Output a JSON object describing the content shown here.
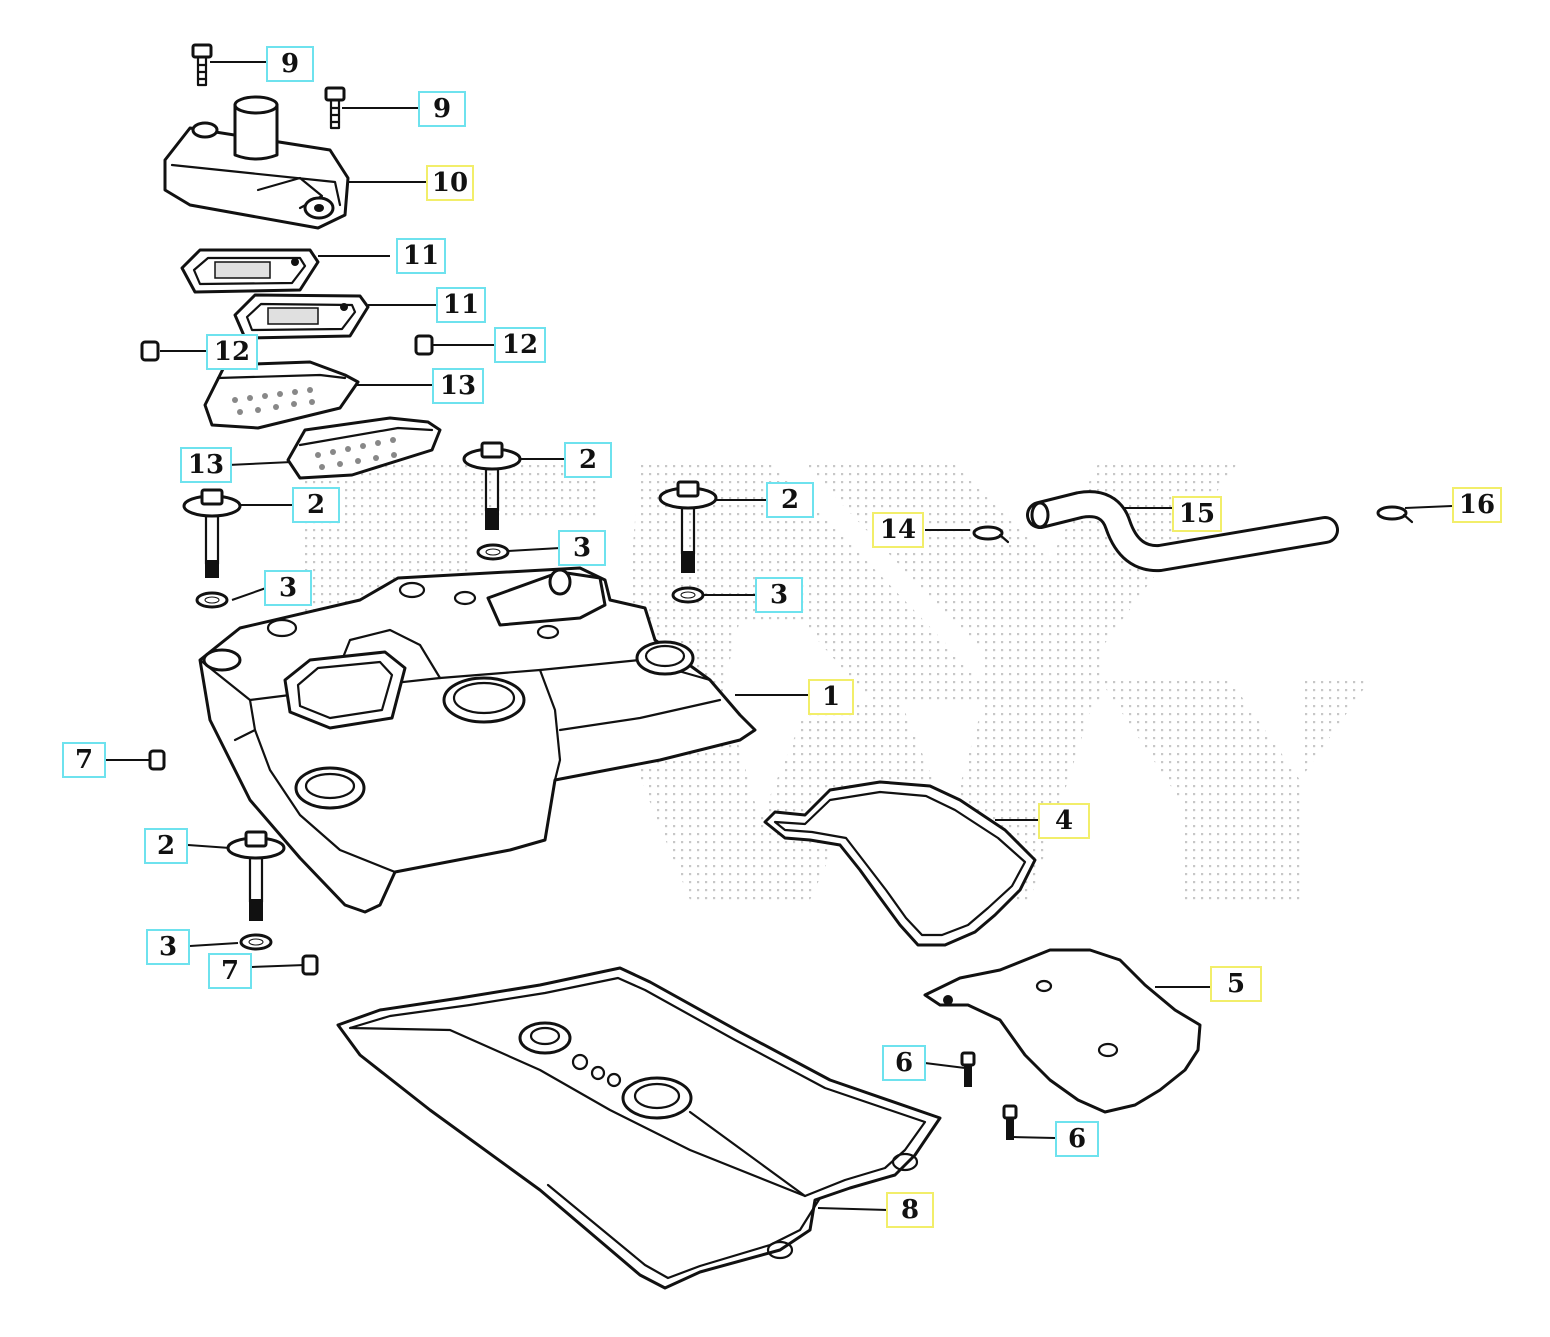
{
  "diagram": {
    "callouts": [
      {
        "id": "c9a",
        "label": "9",
        "style": "cyan"
      },
      {
        "id": "c9b",
        "label": "9",
        "style": "cyan"
      },
      {
        "id": "c10",
        "label": "10",
        "style": "yellow"
      },
      {
        "id": "c11a",
        "label": "11",
        "style": "cyan"
      },
      {
        "id": "c11b",
        "label": "11",
        "style": "cyan"
      },
      {
        "id": "c12a",
        "label": "12",
        "style": "cyan"
      },
      {
        "id": "c12b",
        "label": "12",
        "style": "cyan"
      },
      {
        "id": "c13a",
        "label": "13",
        "style": "cyan"
      },
      {
        "id": "c13b",
        "label": "13",
        "style": "cyan"
      },
      {
        "id": "c2a",
        "label": "2",
        "style": "cyan"
      },
      {
        "id": "c2b",
        "label": "2",
        "style": "cyan"
      },
      {
        "id": "c2c",
        "label": "2",
        "style": "cyan"
      },
      {
        "id": "c2d",
        "label": "2",
        "style": "cyan"
      },
      {
        "id": "c3a",
        "label": "3",
        "style": "cyan"
      },
      {
        "id": "c3b",
        "label": "3",
        "style": "cyan"
      },
      {
        "id": "c3c",
        "label": "3",
        "style": "cyan"
      },
      {
        "id": "c3d",
        "label": "3",
        "style": "cyan"
      },
      {
        "id": "c14",
        "label": "14",
        "style": "yellow"
      },
      {
        "id": "c15",
        "label": "15",
        "style": "yellow"
      },
      {
        "id": "c16",
        "label": "16",
        "style": "yellow"
      },
      {
        "id": "c1",
        "label": "1",
        "style": "yellow"
      },
      {
        "id": "c4",
        "label": "4",
        "style": "yellow"
      },
      {
        "id": "c5",
        "label": "5",
        "style": "yellow"
      },
      {
        "id": "c6a",
        "label": "6",
        "style": "cyan"
      },
      {
        "id": "c6b",
        "label": "6",
        "style": "cyan"
      },
      {
        "id": "c7a",
        "label": "7",
        "style": "cyan"
      },
      {
        "id": "c7b",
        "label": "7",
        "style": "cyan"
      },
      {
        "id": "c8",
        "label": "8",
        "style": "yellow"
      }
    ],
    "colors": {
      "cyan_box": "#6ee2ee",
      "yellow_box": "#f2ee6a",
      "line": "#111111",
      "watermark": "#9a9a9a"
    }
  }
}
